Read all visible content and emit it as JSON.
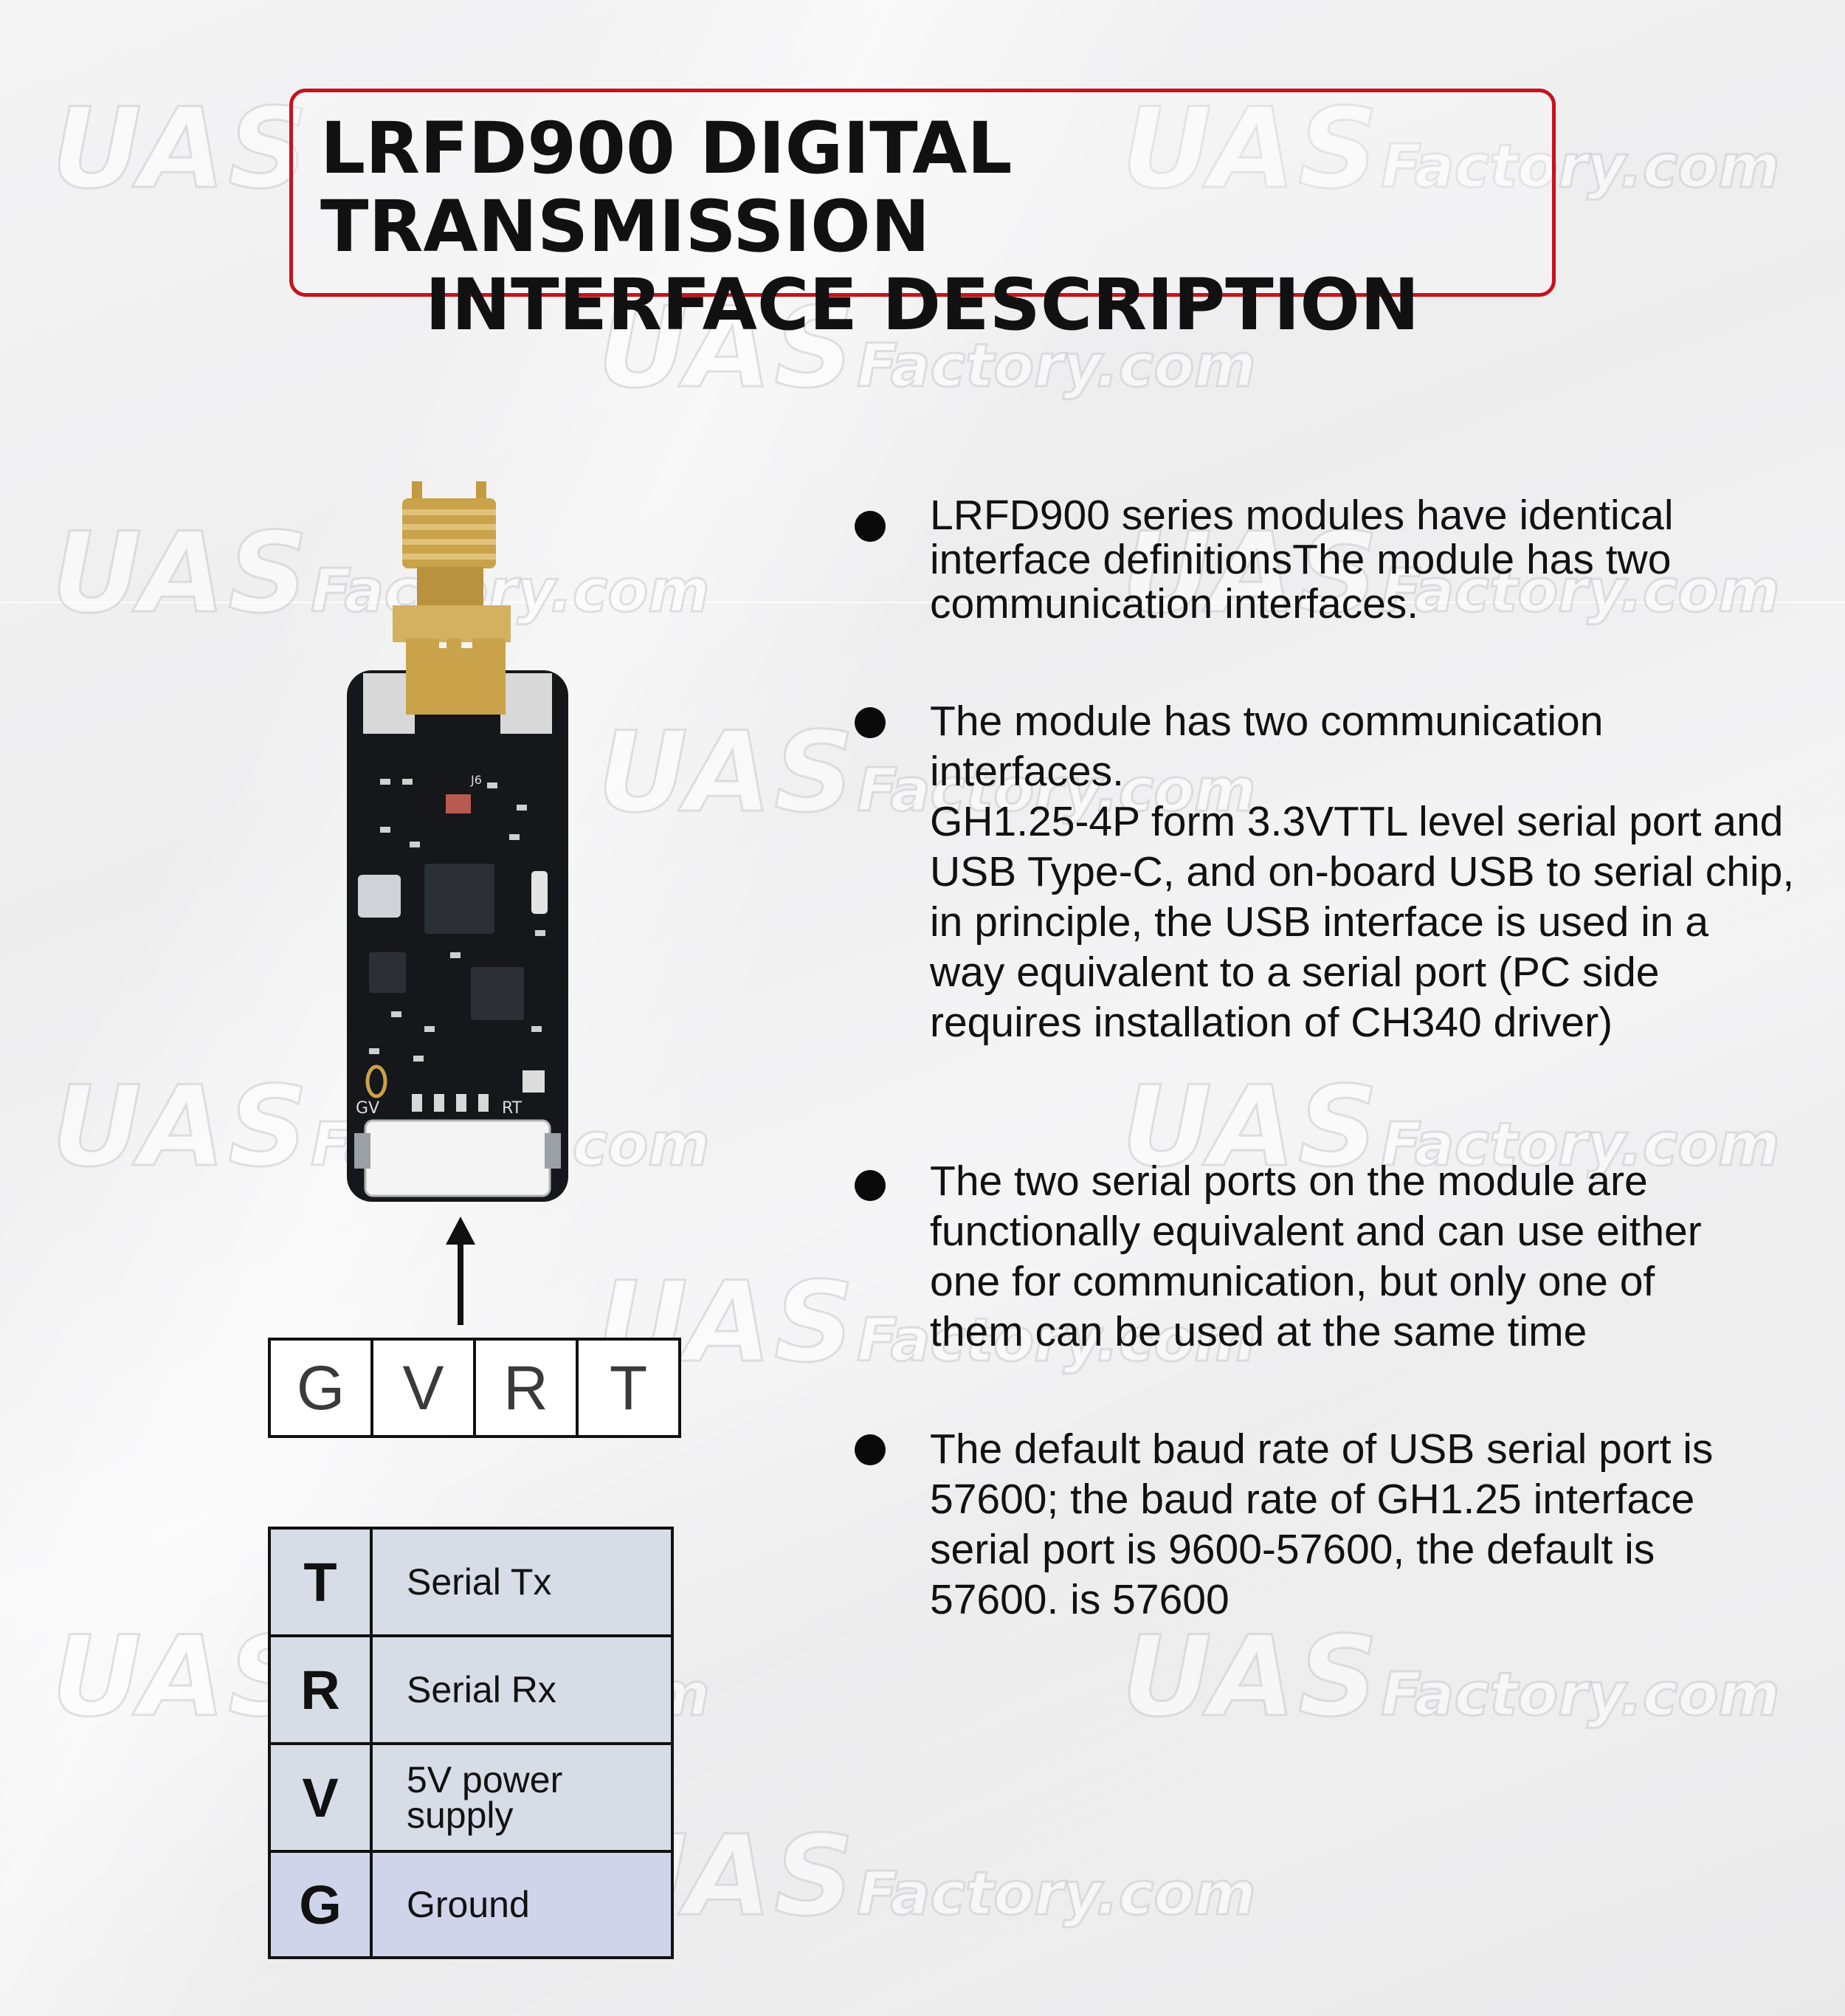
{
  "title": {
    "line1": "LRFD900 DIGITAL TRANSMISSION",
    "line2": "INTERFACE DESCRIPTION"
  },
  "watermark": {
    "big": "UAS",
    "small": "Factory.com"
  },
  "module": {
    "silk_left": "GV",
    "silk_right": "RT",
    "silk_j": "J6"
  },
  "pin_header": [
    "G",
    "V",
    "R",
    "T"
  ],
  "pin_table": [
    {
      "pin": "T",
      "desc_lines": [
        "Serial Tx"
      ]
    },
    {
      "pin": "R",
      "desc_lines": [
        "Serial Rx"
      ]
    },
    {
      "pin": "V",
      "desc_lines": [
        "5V power",
        "supply"
      ]
    },
    {
      "pin": "G",
      "desc_lines": [
        "Ground"
      ]
    }
  ],
  "bullets": [
    {
      "lines": [
        "LRFD900 series modules have identical",
        "interface definitionsThe module has two",
        "communication interfaces."
      ]
    },
    {
      "lines": [
        "The module has two communication",
        "interfaces.",
        "GH1.25-4P form 3.3VTTL level serial port and",
        "USB Type-C, and on-board USB to serial chip,",
        "in principle, the USB interface is used in a",
        "way equivalent to a serial port (PC side",
        "requires installation of CH340 driver)"
      ]
    },
    {
      "lines": [
        "The two serial ports on the module are",
        "functionally equivalent and can use either",
        "one for communication, but only one of",
        "them can be used at the same time"
      ]
    },
    {
      "lines": [
        "The default baud rate of USB serial port is",
        "57600; the baud rate of GH1.25 interface",
        "serial port is 9600-57600, the default is",
        "57600. is 57600"
      ]
    }
  ],
  "colors": {
    "title_border": "#c8121c",
    "pcb": "#15171b",
    "gold": "#c9a24a",
    "table_fill": "#d7dde6"
  }
}
